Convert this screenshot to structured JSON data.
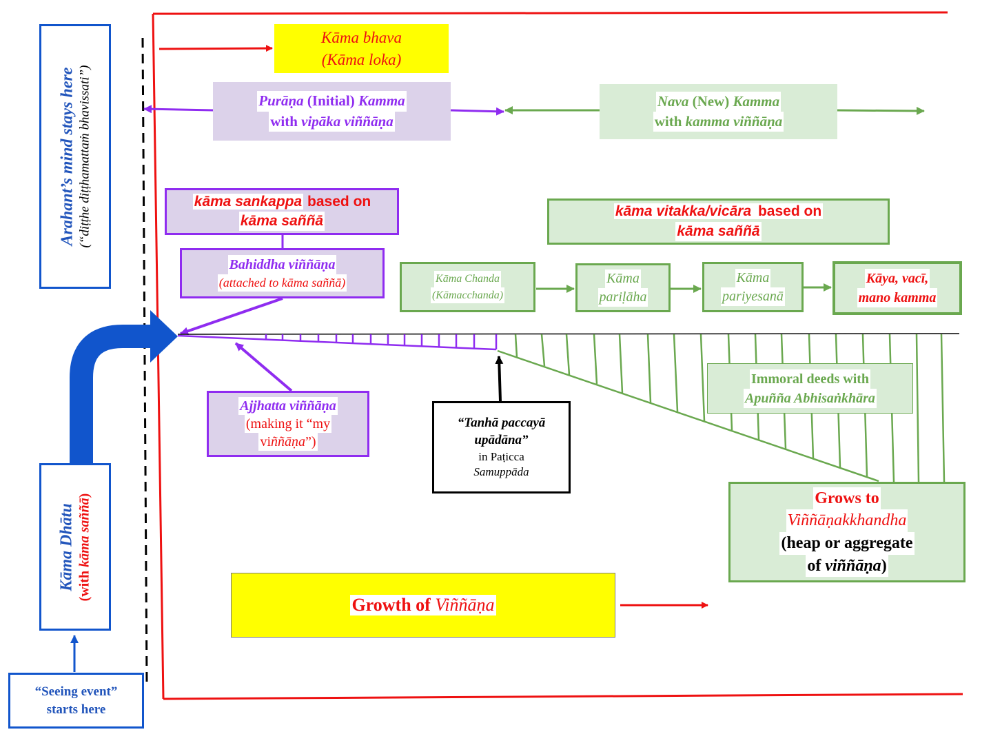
{
  "colors": {
    "red": "#ee1111",
    "purple": "#8f2cf0",
    "green": "#6aa84f",
    "blue": "#1155cc",
    "yellow": "#ffff00",
    "lavender": "#dcd2ea",
    "mint": "#d9ecd6"
  },
  "arahant": {
    "main": "Arahant’s mind stays here",
    "sub": "(“diṭṭhe diṭṭhamattaṁ bhavissati”)"
  },
  "kama_dhatu": {
    "main": "Kāma Dhātu",
    "sub_pre": "(with ",
    "sub_em": "kāma saññā",
    "sub_post": ")"
  },
  "seeing_event": {
    "line1": "“Seeing event”",
    "line2": "starts here"
  },
  "kama_bhava": {
    "line1": "Kāma bhava",
    "line2": "(Kāma loka)"
  },
  "purana": {
    "t1": "Purāṇa",
    "t2": " (Initial) ",
    "t3": "Kamma",
    "t4": "with ",
    "t5": "vipāka viññāṇa"
  },
  "nava": {
    "t1": "Nava",
    "t2": " (New) ",
    "t3": "Kamma",
    "t4": "with ",
    "t5": "kamma viññāṇa"
  },
  "kama_sankappa": {
    "t1": "kāma sankappa",
    "t2": " based on",
    "t3": "kāma saññā"
  },
  "bahiddha": {
    "line1": "Bahiddha viññāṇa",
    "line2": "(attached to kāma saññā)"
  },
  "kama_vitakka": {
    "t1": "kāma vitakka/vicāra",
    "t2": " based on",
    "t3": "kāma saññā"
  },
  "chain": [
    {
      "line1": "Kāma Chanda",
      "line2": "(Kāmacchanda)"
    },
    {
      "line1": "Kāma",
      "line2": "pariḷāha"
    },
    {
      "line1": "Kāma",
      "line2": "pariyesanā"
    },
    {
      "line1": "Kāya, vacī,",
      "line2": "mano kamma"
    }
  ],
  "immoral": {
    "line1": "Immoral deeds with",
    "line2": "Apuñña Abhisaṅkhāra"
  },
  "ajjhatta": {
    "line1": "Ajjhatta viññāṇa",
    "line2": "(making it “my",
    "line3a": "vi",
    "line3b": "ññāṇa",
    "line3c": "”)"
  },
  "tanha": {
    "line1": "“Tanhā paccayā",
    "line2": "upādāna”",
    "line3": "in Paṭicca",
    "line4": "Samuppāda"
  },
  "grows": {
    "line1": "Grows to",
    "line2": "Viññāṇakkhandha",
    "line3": "(heap or aggregate",
    "line4a": "of ",
    "line4b": "viññāṇa",
    "line4c": ")"
  },
  "growth": {
    "t1": "Growth of ",
    "t2": "Viññāṇa"
  }
}
